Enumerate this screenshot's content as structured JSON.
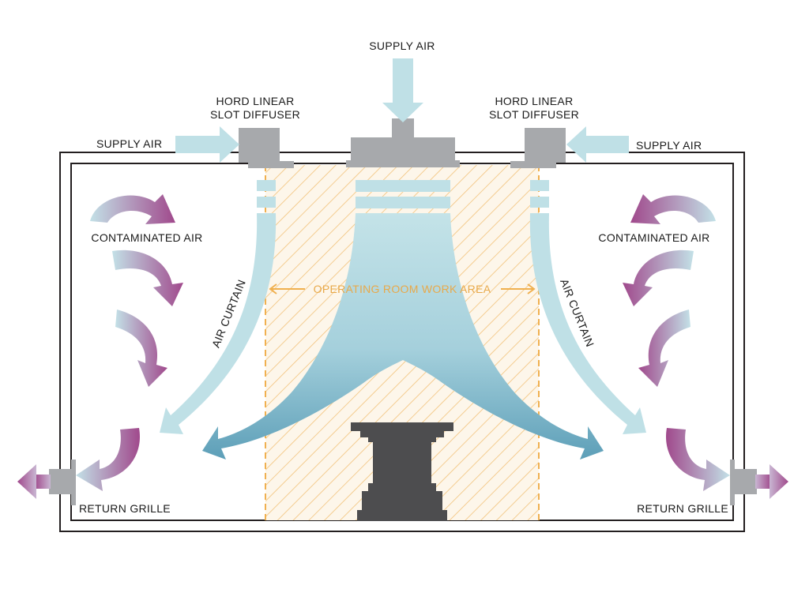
{
  "labels": {
    "supply_air_top": "SUPPLY AIR",
    "supply_air_left": "SUPPLY AIR",
    "supply_air_right": "SUPPLY AIR",
    "diffuser_left_line1": "HORD LINEAR",
    "diffuser_left_line2": "SLOT DIFFUSER",
    "diffuser_right_line1": "HORD LINEAR",
    "diffuser_right_line2": "SLOT DIFFUSER",
    "contaminated_left": "CONTAMINATED AIR",
    "contaminated_right": "CONTAMINATED AIR",
    "air_curtain_left": "AIR CURTAIN",
    "air_curtain_right": "AIR CURTAIN",
    "work_area": "OPERATING ROOM WORK AREA",
    "return_grille_left": "RETURN GRILLE",
    "return_grille_right": "RETURN GRILLE"
  },
  "colors": {
    "supply_air": "#bfe0e6",
    "main_flow_top": "#bfe0e6",
    "main_flow_bottom": "#6aaac0",
    "contaminated_start": "#b9dbe3",
    "contaminated_end": "#a14d8f",
    "diffuser": "#a7a9ac",
    "table": "#4d4d4f",
    "work_area_hatch": "#f2c27a",
    "work_area_fill": "#fdf6ea",
    "work_area_text": "#e8a94a",
    "room_outline": "#231f20"
  }
}
